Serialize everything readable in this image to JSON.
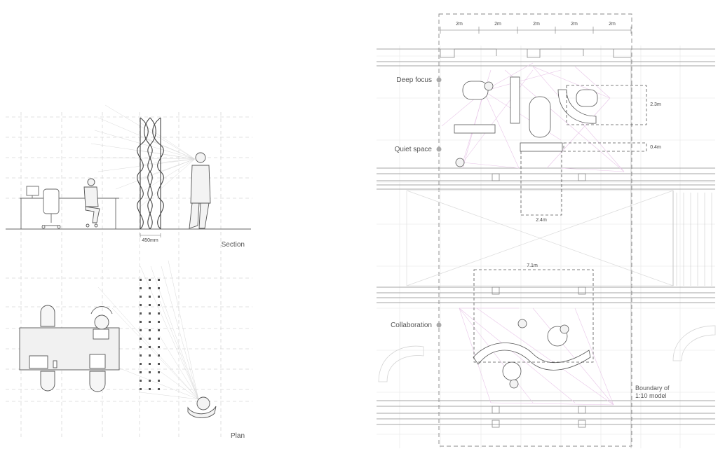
{
  "left_panel": {
    "section_label": "Section",
    "plan_label": "Plan",
    "dimension_mullion": "450mm"
  },
  "right_panel": {
    "grid_spacing_labels": [
      "2m",
      "2m",
      "2m",
      "2m",
      "2m"
    ],
    "zones": [
      {
        "label": "Deep focus"
      },
      {
        "label": "Quiet space"
      },
      {
        "label": "Collaboration"
      }
    ],
    "dimensions": {
      "depth_focus": "2.3m",
      "thickness_quiet": "0.4m",
      "width_quiet": "2.4m",
      "width_collab": "7.1m"
    },
    "boundary_note_line1": "Boundary of",
    "boundary_note_line2": "1:10 model"
  },
  "colors": {
    "line": "#777777",
    "light_line": "#cfcfcf",
    "view_rays": "#e6c3e6",
    "label_dot": "#aaaaaa"
  }
}
